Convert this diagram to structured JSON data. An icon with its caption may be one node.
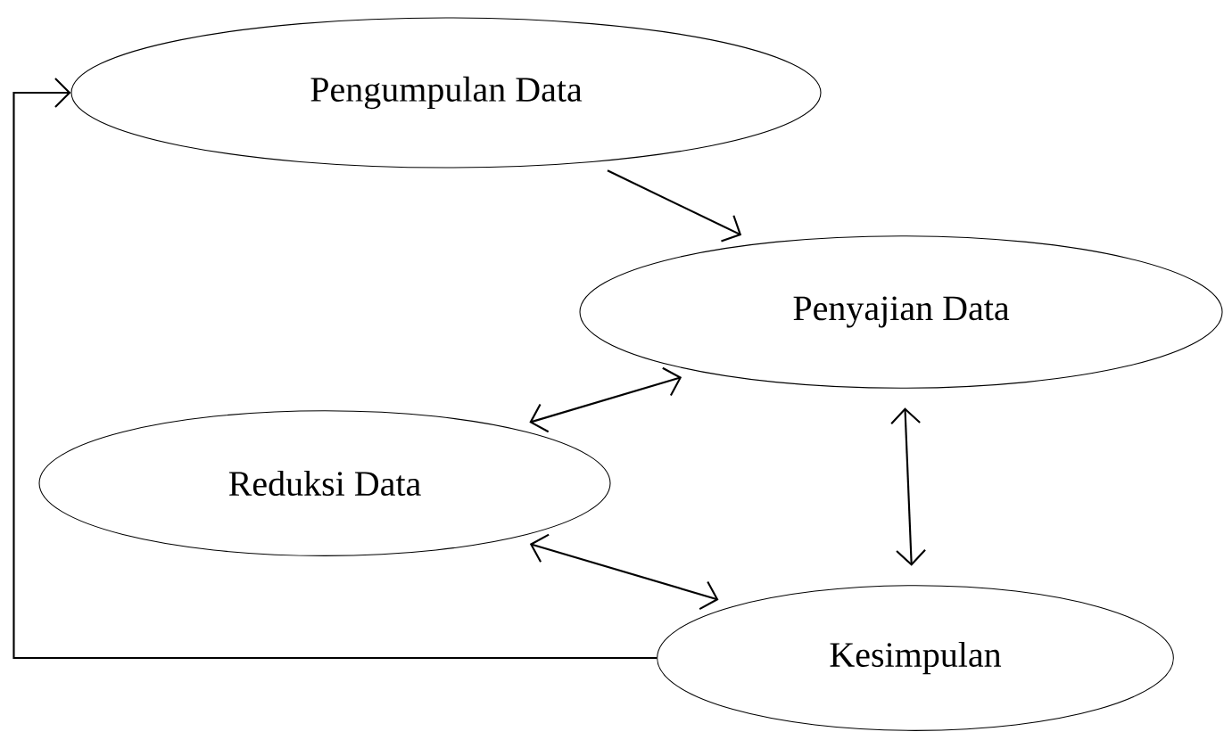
{
  "diagram": {
    "nodes": [
      {
        "text": [
          "Pengumpulan Data"
        ]
      },
      {
        "text": [
          "Penyajian Data"
        ]
      },
      {
        "text": [
          "Reduksi Data"
        ]
      },
      {
        "text": [
          "Kesimpulan"
        ]
      }
    ],
    "edges": [
      {
        "from": 0,
        "to": 1,
        "arrow": "to"
      },
      {
        "from": 1,
        "to": 2,
        "arrow": "both"
      },
      {
        "from": 1,
        "to": 3,
        "arrow": "both"
      },
      {
        "from": 2,
        "to": 3,
        "arrow": "both"
      },
      {
        "from": 3,
        "to": 0,
        "arrow": "to"
      }
    ]
  }
}
